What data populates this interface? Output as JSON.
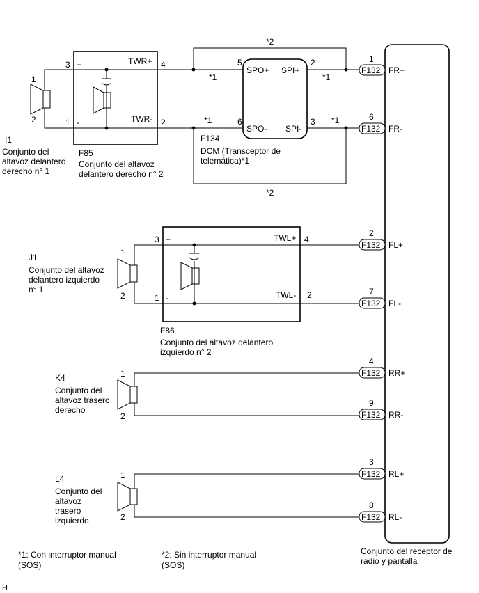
{
  "sheet_mark": "H",
  "receiver": {
    "label_1": "Conjunto del receptor de",
    "label_2": "radio y pantalla"
  },
  "connector": "F132",
  "receiver_pins": [
    {
      "num": "1",
      "name": "FR+"
    },
    {
      "num": "6",
      "name": "FR-"
    },
    {
      "num": "2",
      "name": "FL+"
    },
    {
      "num": "7",
      "name": "FL-"
    },
    {
      "num": "4",
      "name": "RR+"
    },
    {
      "num": "9",
      "name": "RR-"
    },
    {
      "num": "3",
      "name": "RL+"
    },
    {
      "num": "8",
      "name": "RL-"
    }
  ],
  "speakers": {
    "i1": {
      "code": "I1",
      "line1": "Conjunto del",
      "line2": "altavoz delantero",
      "line3": "derecho n° 1",
      "pin_a": "1",
      "pin_b": "2"
    },
    "j1": {
      "code": "J1",
      "line1": "Conjunto del altavoz",
      "line2": "delantero izquierdo",
      "line3": "n° 1",
      "pin_a": "1",
      "pin_b": "2"
    },
    "k4": {
      "code": "K4",
      "line1": "Conjunto del",
      "line2": "altavoz trasero",
      "line3": "derecho",
      "pin_a": "1",
      "pin_b": "2"
    },
    "l4": {
      "code": "L4",
      "line1": "Conjunto del",
      "line2": "altavoz",
      "line3": "trasero",
      "line4": "izquierdo",
      "pin_a": "1",
      "pin_b": "2"
    }
  },
  "tweeters": {
    "f85": {
      "code": "F85",
      "line1": "Conjunto del altavoz",
      "line2": "delantero derecho n° 2",
      "pos_label": "TWR+",
      "neg_label": "TWR-",
      "in_pos": "3",
      "in_neg": "1",
      "out_pos": "4",
      "out_neg": "2",
      "plus": "+",
      "minus": "-"
    },
    "f86": {
      "code": "F86",
      "line1": "Conjunto del altavoz delantero",
      "line2": "izquierdo n° 2",
      "pos_label": "TWL+",
      "neg_label": "TWL-",
      "in_pos": "3",
      "in_neg": "1",
      "out_pos": "4",
      "out_neg": "2",
      "plus": "+",
      "minus": "-"
    }
  },
  "dcm": {
    "code": "F134",
    "line1": "DCM (Transceptor de",
    "line2": "telemática)*1",
    "spo_pos": "SPO+",
    "spo_neg": "SPO-",
    "spi_pos": "SPI+",
    "spi_neg": "SPI-",
    "pin_spo_pos": "5",
    "pin_spo_neg": "6",
    "pin_spi_pos": "2",
    "pin_spi_neg": "3"
  },
  "marks": {
    "star1": "*1",
    "star2": "*2"
  },
  "footnotes": {
    "n1_line1": "*1: Con interruptor manual",
    "n1_line2": "(SOS)",
    "n2_line1": "*2: Sin interruptor manual",
    "n2_line2": "(SOS)"
  }
}
